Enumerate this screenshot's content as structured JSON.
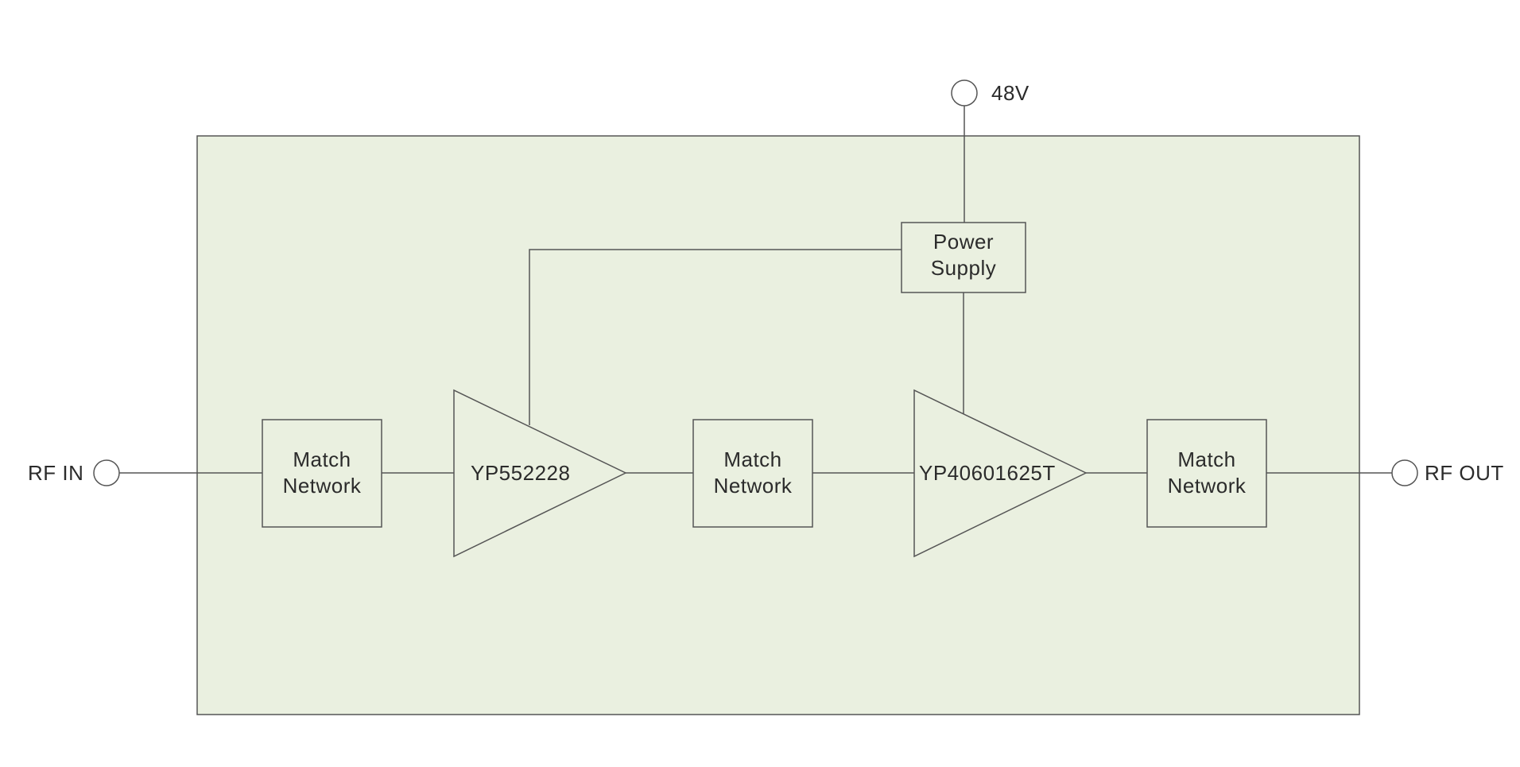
{
  "diagram": {
    "colors": {
      "module_fill": "#eaf0e0",
      "block_fill": "#eaf0e0",
      "line": "#555555",
      "text": "#2b2b2b",
      "background": "#ffffff"
    },
    "terminals": {
      "supply": "48V",
      "input": "RF IN",
      "output": "RF OUT"
    },
    "power_supply": {
      "line1": "Power",
      "line2": "Supply"
    },
    "match_networks": [
      {
        "line1": "Match",
        "line2": "Network"
      },
      {
        "line1": "Match",
        "line2": "Network"
      },
      {
        "line1": "Match",
        "line2": "Network"
      }
    ],
    "amplifiers": [
      {
        "label": "YP552228"
      },
      {
        "label": "YP40601625T"
      }
    ]
  }
}
